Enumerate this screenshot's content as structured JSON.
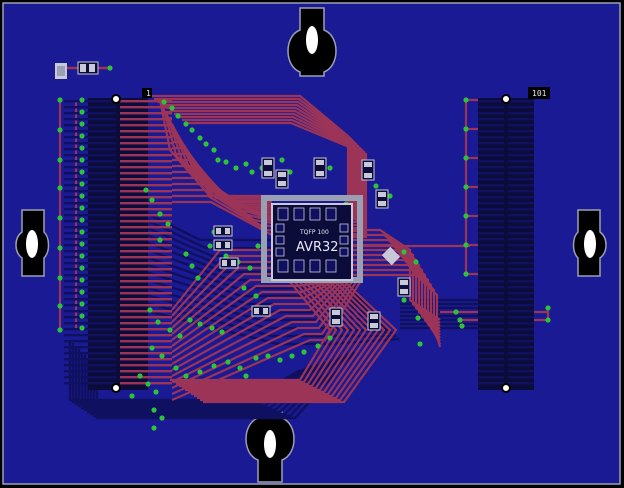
{
  "board": {
    "colors": {
      "background": "#000000",
      "outline": "#9aa0b4",
      "copper_fill": "#1a1a94",
      "copper_dark": "#0c0c3a",
      "trace_top": "#9c3458",
      "trace_bottom": "#101060",
      "via": "#2ec23a",
      "pad": "#c8c8d8",
      "silk": "#e8e8f0"
    },
    "chip": {
      "package_label": "TQFP 100",
      "name_label": "AVR32"
    },
    "connectors": {
      "left_label": "1",
      "right_label": "101"
    },
    "mounting_holes": [
      "top-center",
      "left-middle",
      "right-middle",
      "bottom-center"
    ]
  }
}
